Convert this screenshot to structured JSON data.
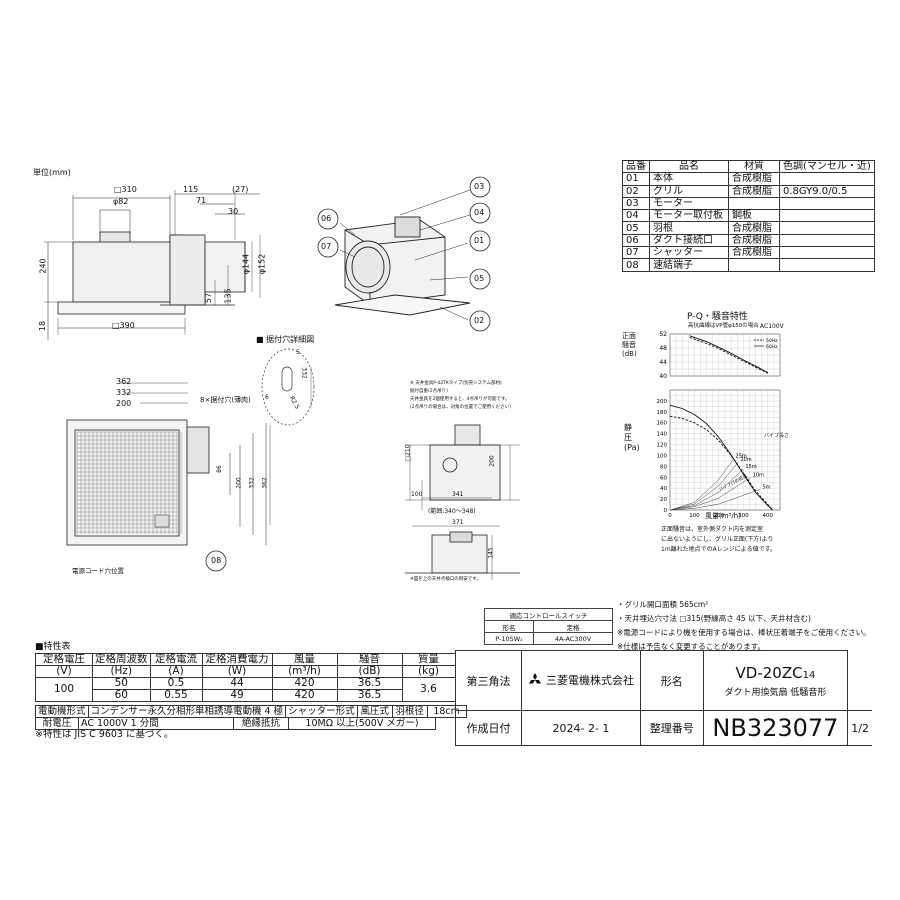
{
  "unit_label": "単位(mm)",
  "front_view": {
    "dims": [
      "□310",
      "φ82",
      "240",
      "18",
      "□390",
      "57",
      "135"
    ]
  },
  "side_view": {
    "dims": [
      "115",
      "(27)",
      "71",
      "30",
      "φ144",
      "φ152"
    ]
  },
  "perspective_callouts": [
    "06",
    "07",
    "03",
    "04",
    "01",
    "05",
    "02"
  ],
  "mount_detail": {
    "title": "■ 据付穴詳細図",
    "dims": [
      "5",
      "6",
      "332",
      "R2.5"
    ]
  },
  "plan_view": {
    "dims": [
      "362",
      "332",
      "200",
      "86",
      "200",
      "332",
      "362"
    ],
    "hole_label": "8×据付穴(薄肉)",
    "cord_label": "電源コード穴位置",
    "callout": "08"
  },
  "ceiling_view": {
    "note_lines": [
      "※ 天井金具P-02TKタイプ(別売システム部材)",
      "据付自重(2点吊り)",
      "天井金具を2個使用すると、4点吊りが可能です。",
      "(2点吊りの場合は、対角の位置でご使用ください)"
    ],
    "dims": [
      "□210",
      "200",
      "100",
      "341",
      "(範囲:340～348)",
      "371",
      "145"
    ],
    "footnote": "※図を上の天井点検口の目安です。"
  },
  "parts_table": {
    "headers": [
      "品番",
      "品名",
      "材質",
      "色調(マンセル・近)"
    ],
    "rows": [
      [
        "01",
        "本体",
        "合成樹脂",
        ""
      ],
      [
        "02",
        "グリル",
        "合成樹脂",
        "0.8GY9.0/0.5"
      ],
      [
        "03",
        "モーター",
        "",
        ""
      ],
      [
        "04",
        "モーター取付板",
        "鋼板",
        ""
      ],
      [
        "05",
        "羽根",
        "合成樹脂",
        ""
      ],
      [
        "06",
        "ダクト接続口",
        "合成樹脂",
        ""
      ],
      [
        "07",
        "シャッター",
        "合成樹脂",
        ""
      ],
      [
        "08",
        "速結端子",
        "",
        ""
      ]
    ]
  },
  "chart_data": {
    "type": "line",
    "title": "P-Q・騒音特性",
    "subtitle": "高抗曲線はVP管φ150の場合",
    "voltage": "AC100V",
    "noise_ylabel": "正面騒音(dB)",
    "pressure_ylabel": "静圧(Pa)",
    "xlabel": "風量(m³/h)",
    "legend": [
      "50Hz",
      "60Hz"
    ],
    "x_ticks": [
      0,
      100,
      200,
      300,
      400
    ],
    "noise_ticks": [
      40,
      44,
      48,
      52
    ],
    "pressure_ticks": [
      0,
      20,
      40,
      60,
      80,
      100,
      120,
      140,
      160,
      180,
      200
    ],
    "pipe_label": "パイプ長さ",
    "pipe_lengths": [
      "25m",
      "20m",
      "15m",
      "10m",
      "5m"
    ],
    "straight_label": "パイプ付の抵抗",
    "noise_ylim": [
      40,
      52
    ],
    "pressure_ylim": [
      0,
      220
    ],
    "xlim": [
      0,
      450
    ],
    "series": [
      {
        "name": "50Hz",
        "kind": "pressure",
        "x": [
          0,
          50,
          100,
          150,
          200,
          250,
          300,
          350,
          400,
          420
        ],
        "y": [
          192,
          186,
          175,
          158,
          133,
          101,
          66,
          32,
          8,
          0
        ]
      },
      {
        "name": "60Hz",
        "kind": "pressure",
        "x": [
          0,
          50,
          100,
          150,
          200,
          250,
          300,
          350,
          400,
          420
        ],
        "y": [
          172,
          168,
          160,
          147,
          127,
          100,
          68,
          35,
          10,
          0
        ]
      },
      {
        "name": "50Hz",
        "kind": "noise",
        "x": [
          80,
          150,
          200,
          250,
          300,
          350,
          400
        ],
        "y": [
          51.5,
          49.8,
          48.2,
          46.5,
          44.6,
          42.8,
          41
        ]
      },
      {
        "name": "60Hz",
        "kind": "noise",
        "x": [
          80,
          150,
          200,
          250,
          300,
          350,
          400
        ],
        "y": [
          51,
          49.3,
          47.8,
          46,
          44.3,
          42.5,
          40.8
        ]
      }
    ],
    "resistance_curves": [
      {
        "length": "25m",
        "x": [
          0,
          100,
          200,
          260
        ],
        "y": [
          0,
          14,
          56,
          94
        ]
      },
      {
        "length": "20m",
        "x": [
          0,
          100,
          200,
          280
        ],
        "y": [
          0,
          11,
          45,
          88
        ]
      },
      {
        "length": "15m",
        "x": [
          0,
          100,
          200,
          300
        ],
        "y": [
          0,
          8,
          33,
          75
        ]
      },
      {
        "length": "10m",
        "x": [
          0,
          100,
          200,
          330
        ],
        "y": [
          0,
          6,
          22,
          60
        ]
      },
      {
        "length": "5m",
        "x": [
          0,
          100,
          200,
          370
        ],
        "y": [
          0,
          3,
          11,
          38
        ]
      }
    ],
    "note_lines": [
      "正面騒音は、室外側ダクト内を測定室",
      "に出ないようにし、グリル正面(下方)より",
      "1m離れた地点でのAレンジによる値です。"
    ]
  },
  "notes": [
    "・グリル開口面積  565cm²",
    "・天井埋込穴寸法  □315(野縁高さ 45 以下、天井材含む)",
    "※電源コードにより機を使用する場合は、棒状圧着端子をご使用ください。",
    "※仕様は予告なく変更することがあります。"
  ],
  "control_table": {
    "title": "適応コントロールスイッチ",
    "headers": [
      "形名",
      "定格"
    ],
    "row": [
      "P-10SW₂",
      "4A-AC300V"
    ]
  },
  "spec_table": {
    "title": "■特性表",
    "headers": [
      "定格電圧",
      "定格周波数",
      "定格電流",
      "定格消費電力",
      "風量",
      "騒音",
      "質量"
    ],
    "units": [
      "(V)",
      "(Hz)",
      "(A)",
      "(W)",
      "(m³/h)",
      "(dB)",
      "(kg)"
    ],
    "voltage": "100",
    "mass": "3.6",
    "rows": [
      [
        "50",
        "0.5",
        "44",
        "420",
        "36.5"
      ],
      [
        "60",
        "0.55",
        "49",
        "420",
        "36.5"
      ]
    ],
    "motor_label": "電動機形式",
    "motor_value": "コンデンサー永久分相形単相誘導電動機 4 極",
    "shutter_label": "シャッター形式",
    "shutter_value": "風圧式",
    "blade_label": "羽根径",
    "blade_value": "18cm",
    "withstand_label": "耐電圧",
    "withstand_value": "AC 1000V 1 分間",
    "insulation_label": "絶縁抵抗",
    "insulation_value": "10MΩ 以上(500V メガー)",
    "footnote": "※特性は  JIS  C  9603  に基づく。"
  },
  "title_block": {
    "projection": "第三角法",
    "company": "三菱電機株式会社",
    "model_label": "形名",
    "model": "VD-20ZC",
    "model_suffix": "14",
    "description": "ダクト用換気扇  低騒音形",
    "date_label": "作成日付",
    "date": "2024-  2-  1",
    "number_label": "整理番号",
    "number": "NB323077",
    "page": "1/2"
  }
}
